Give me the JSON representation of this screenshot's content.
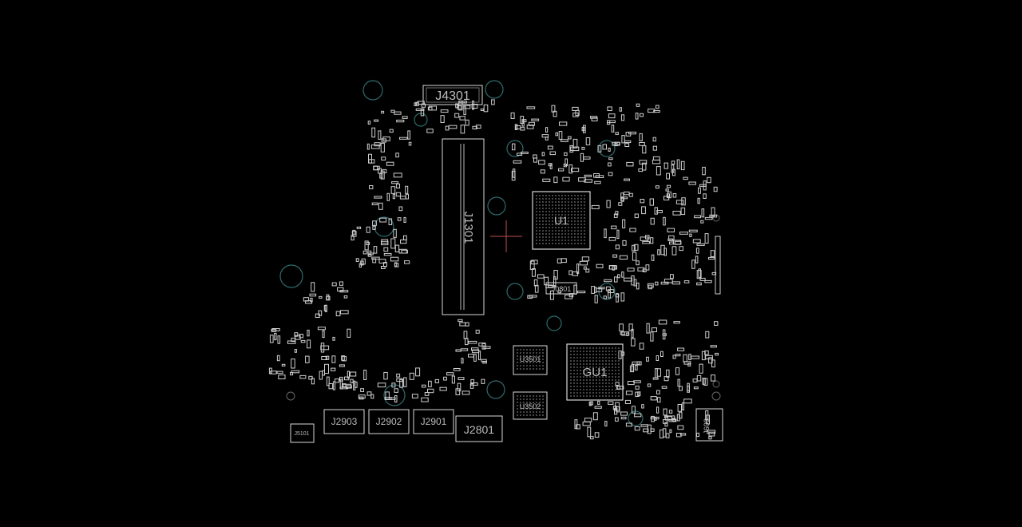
{
  "viewer": {
    "background": "#000000",
    "outline_color": "#d9d9d9",
    "via_color": "#2f6b6b",
    "cursor_color": "#c05050"
  },
  "components": {
    "cpu": "U1",
    "gpu": "GU1",
    "connector_top": "J4301",
    "slot_vertical": "J1301",
    "small_ic": "J0801",
    "mem1": "U3501",
    "mem2": "U3502",
    "port_j2903": "J2903",
    "port_j2902": "J2902",
    "port_j2901": "J2901",
    "port_j2801": "J2801",
    "port_j5101": "J5101",
    "port_j600": "J600"
  }
}
